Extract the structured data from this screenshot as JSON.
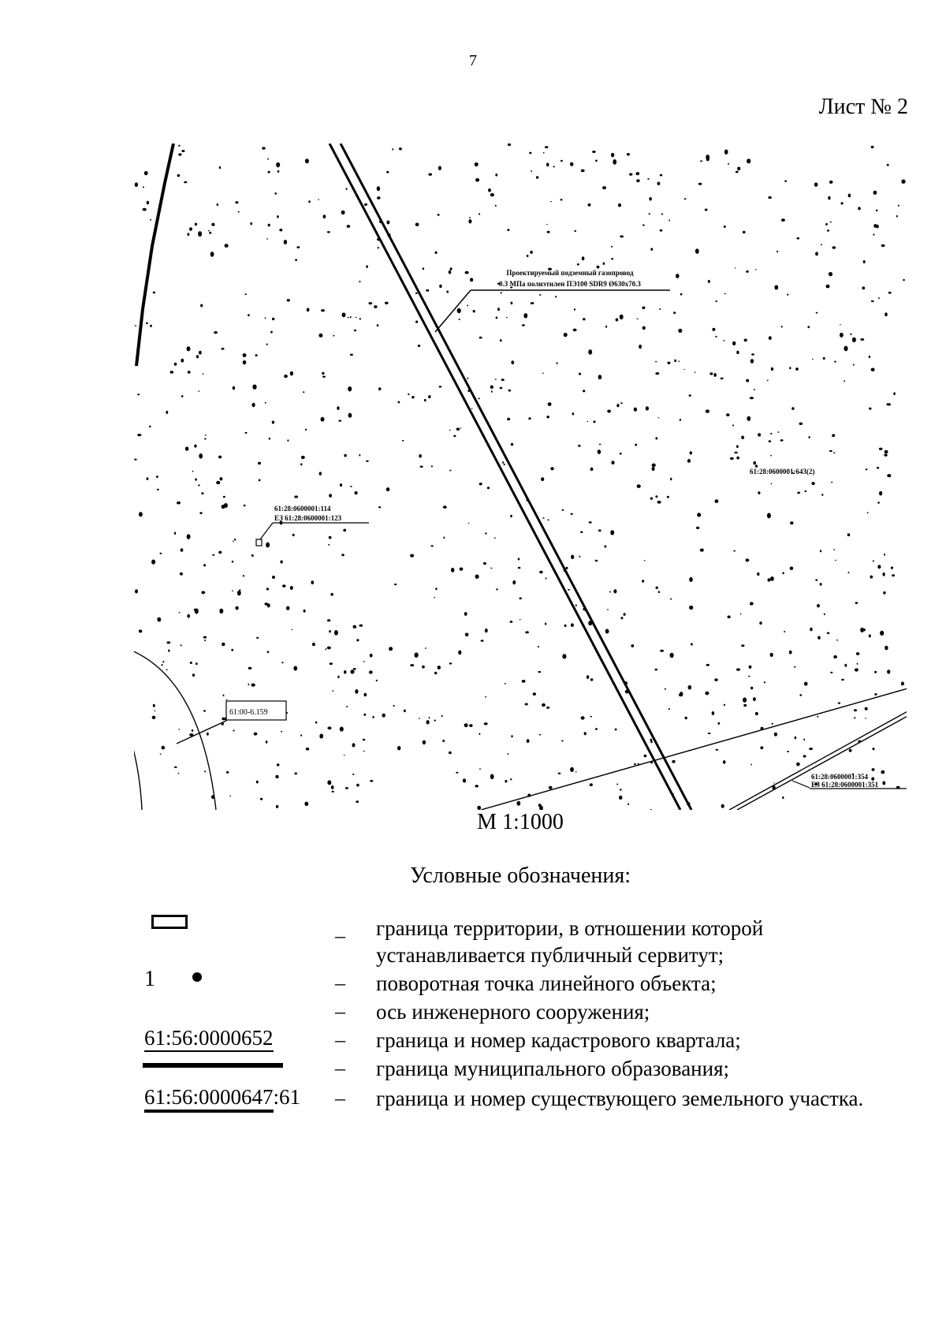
{
  "header": {
    "page_number": "7",
    "sheet_label": "Лист № 2"
  },
  "map": {
    "pipeline_label_line1": "Проектируемый подземный газопровод",
    "pipeline_label_line2": "0.3 МПа полиэтилен ПЭ100 SDR9 Ø630х70.3",
    "parcel_a_line1": "61:28:0600001:114",
    "parcel_a_line2": "ЕЗ 61:28:0600001:123",
    "parcel_b": "61:28:0600001:643(2)",
    "parcel_c_line1": "61:28:0600001:354",
    "parcel_c_line2": "ЕЗ 61:28:0600001:351",
    "boundary_code": "61:00-6.159",
    "scale": "М 1:1000"
  },
  "legend": {
    "title": "Условные обозначения:",
    "dash": "–",
    "items": [
      {
        "description": "граница территории, в отношении которой устанавливается публичный сервитут;"
      },
      {
        "symbol_text": "1",
        "description": "поворотная точка линейного объекта;"
      },
      {
        "description": "ось инженерного сооружения;"
      },
      {
        "symbol_text": "61:56:0000652",
        "description": "граница и номер кадастрового квартала;"
      },
      {
        "description": "граница муниципального образования;"
      },
      {
        "symbol_text_underlined": "61:56:0000647",
        "symbol_text_suffix": ":61",
        "description": "граница и номер существующего земельного участка."
      }
    ]
  }
}
